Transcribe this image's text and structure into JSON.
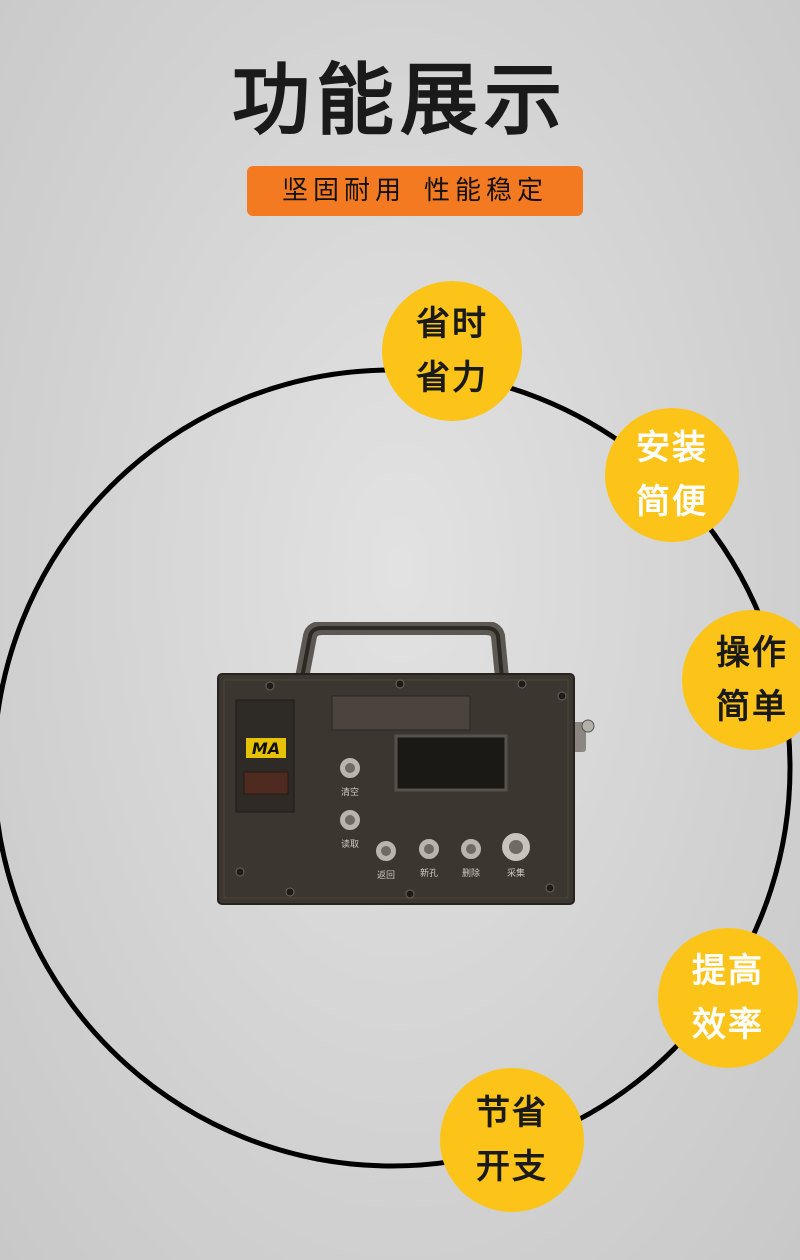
{
  "title": "功能展示",
  "tagline": {
    "left": "坚固耐用",
    "right": "性能稳定"
  },
  "features": [
    {
      "line1": "省时",
      "line2": "省力"
    },
    {
      "line1": "安装",
      "line2": "简便"
    },
    {
      "line1": "操作",
      "line2": "简单"
    },
    {
      "line1": "提高",
      "line2": "效率"
    },
    {
      "line1": "节省",
      "line2": "开支"
    }
  ],
  "device": {
    "logo": "MA",
    "buttons": {
      "clear": "清空",
      "read": "读取",
      "back": "返回",
      "new_hole": "新孔",
      "delete": "删除",
      "collect": "采集"
    }
  },
  "colors": {
    "accent_orange": "#f47a22",
    "badge_yellow": "#fcc419",
    "device_body": "#3b3630"
  }
}
